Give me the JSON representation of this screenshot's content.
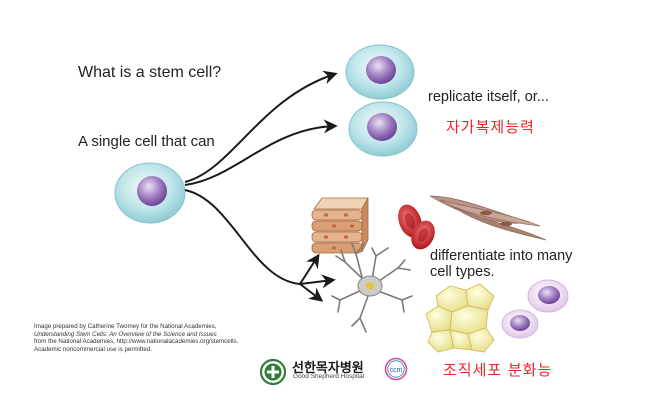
{
  "diagram": {
    "title": "What is a stem cell?",
    "intro": "A single cell that can",
    "replicate_text": "replicate itself, or...",
    "replicate_korean": "자가복제능력",
    "differentiate_line1": "differentiate into many",
    "differentiate_line2": "cell types.",
    "differentiate_korean": "조직세포 분화능"
  },
  "credit": {
    "line1": "Image prepared by Catherine Twomey for the National Academies,",
    "line2": "Understanding Stem Cells: An Overview of the Science and Issues",
    "line3": "from the National Academies, http://www.nationalacademies.org/stemcells.",
    "line4": "Academic noncommercial use is permitted."
  },
  "logo": {
    "korean": "선한목자병원",
    "english": "Good Shepherd Hospital",
    "ccm_label": "ccm"
  },
  "colors": {
    "korean_text": "#e8252a",
    "cell_body": "#a9dde3",
    "nucleus": "#8a64b0",
    "arrow": "#1a1a1a"
  }
}
